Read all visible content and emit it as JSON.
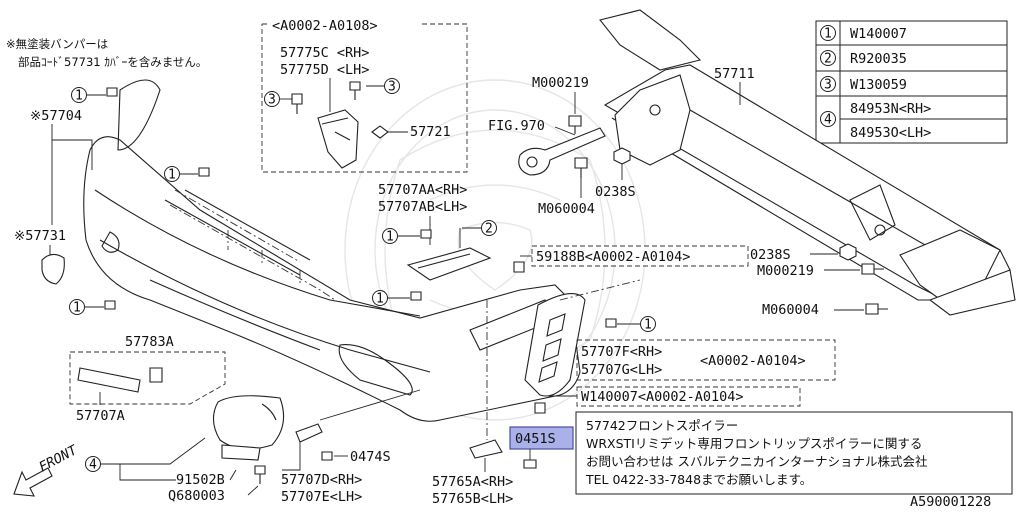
{
  "notes": {
    "unpainted_line1": "※無塗装バンパーは",
    "unpainted_line2": "部品ｺｰﾄﾞ57731 ｶﾊﾞｰを含みません。"
  },
  "callout_legend": [
    {
      "num": "1",
      "code": "W140007"
    },
    {
      "num": "2",
      "code": "R920035"
    },
    {
      "num": "3",
      "code": "W130059"
    },
    {
      "num": "4",
      "code_rh": "84953N<RH>",
      "code_lh": "84953O<LH>"
    }
  ],
  "labels": {
    "range_top": "<A0002-A0108>",
    "p57775c": "57775C <RH>",
    "p57775d": "57775D <LH>",
    "p57721": "57721",
    "p57704": "※57704",
    "p57731": "※57731",
    "p57783a": "57783A",
    "p57707a": "57707A",
    "p57707aa": "57707AA<RH>",
    "p57707ab": "57707AB<LH>",
    "p59188b": "59188B<A0002-A0104>",
    "p57707f": "57707F<RH>",
    "p57707g": "57707G<LH>",
    "range_57707fg": "<A0002-A0104>",
    "w140007_range": "W140007<A0002-A0104>",
    "p0451s": "0451S",
    "p57765a": "57765A<RH>",
    "p57765b": "57765B<LH>",
    "p57707d": "57707D<RH>",
    "p57707e": "57707E<LH>",
    "p0474s": "0474S",
    "p91502b": "91502B",
    "q680003": "Q680003",
    "front": "FRONT",
    "m000219_top": "M000219",
    "fig970": "FIG.970",
    "p57711": "57711",
    "p0238s_top": "0238S",
    "m060004_top": "M060004",
    "p0238s_right": "0238S",
    "m000219_right": "M000219",
    "m060004_right": "M060004",
    "diagram_id": "A590001228"
  },
  "info_box": {
    "line1": "57742フロントスポイラー",
    "line2": "WRXSTIリミデット専用フロントリップスポイラーに関する",
    "line3": "お問い合わせは スバルテクニカインターナショナル株式会社",
    "line4": "TEL 0422-33-7848までお願いします。"
  },
  "callout_markers": {
    "c1": "1",
    "c2": "2",
    "c3": "3",
    "c4": "4"
  },
  "colors": {
    "highlight_fill": "#aab0e8",
    "highlight_stroke": "#4a4fa0",
    "line": "#222222"
  }
}
